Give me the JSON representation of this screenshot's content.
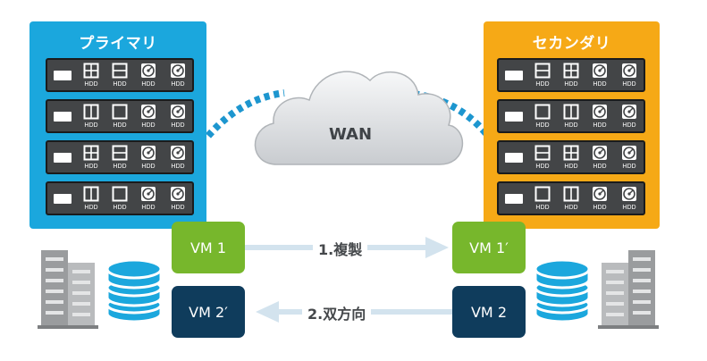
{
  "sites": {
    "primary": {
      "title": "プライマリ",
      "color": "#1ba7dd",
      "racks": [
        [
          "pane-4",
          "pane-2h",
          "disc",
          "disc"
        ],
        [
          "pane-2v",
          "pane-1",
          "disc",
          "disc"
        ],
        [
          "pane-4",
          "pane-2h",
          "disc",
          "disc"
        ],
        [
          "pane-2v",
          "pane-1",
          "disc",
          "disc"
        ]
      ]
    },
    "secondary": {
      "title": "セカンダリ",
      "color": "#f6a916",
      "racks": [
        [
          "pane-2h",
          "pane-4",
          "disc",
          "disc"
        ],
        [
          "pane-1",
          "pane-2v",
          "disc",
          "disc"
        ],
        [
          "pane-2h",
          "pane-4",
          "disc",
          "disc"
        ],
        [
          "pane-1",
          "pane-2v",
          "disc",
          "disc"
        ]
      ]
    }
  },
  "hdd_label": "HDD",
  "cloud": {
    "label": "WAN"
  },
  "vms": {
    "vm1": "VM 1",
    "vm1_replica": "VM 1′",
    "vm2_replica": "VM 2′",
    "vm2": "VM 2"
  },
  "arrows": {
    "replication": "1.複製",
    "bidirectional": "2.双方向"
  },
  "colors": {
    "vm_green": "#77b72c",
    "vm_navy": "#0f3c5c",
    "database": "#1ba7dd",
    "link_dots": "#1d96cf",
    "arrow": "#d3e3ee"
  }
}
